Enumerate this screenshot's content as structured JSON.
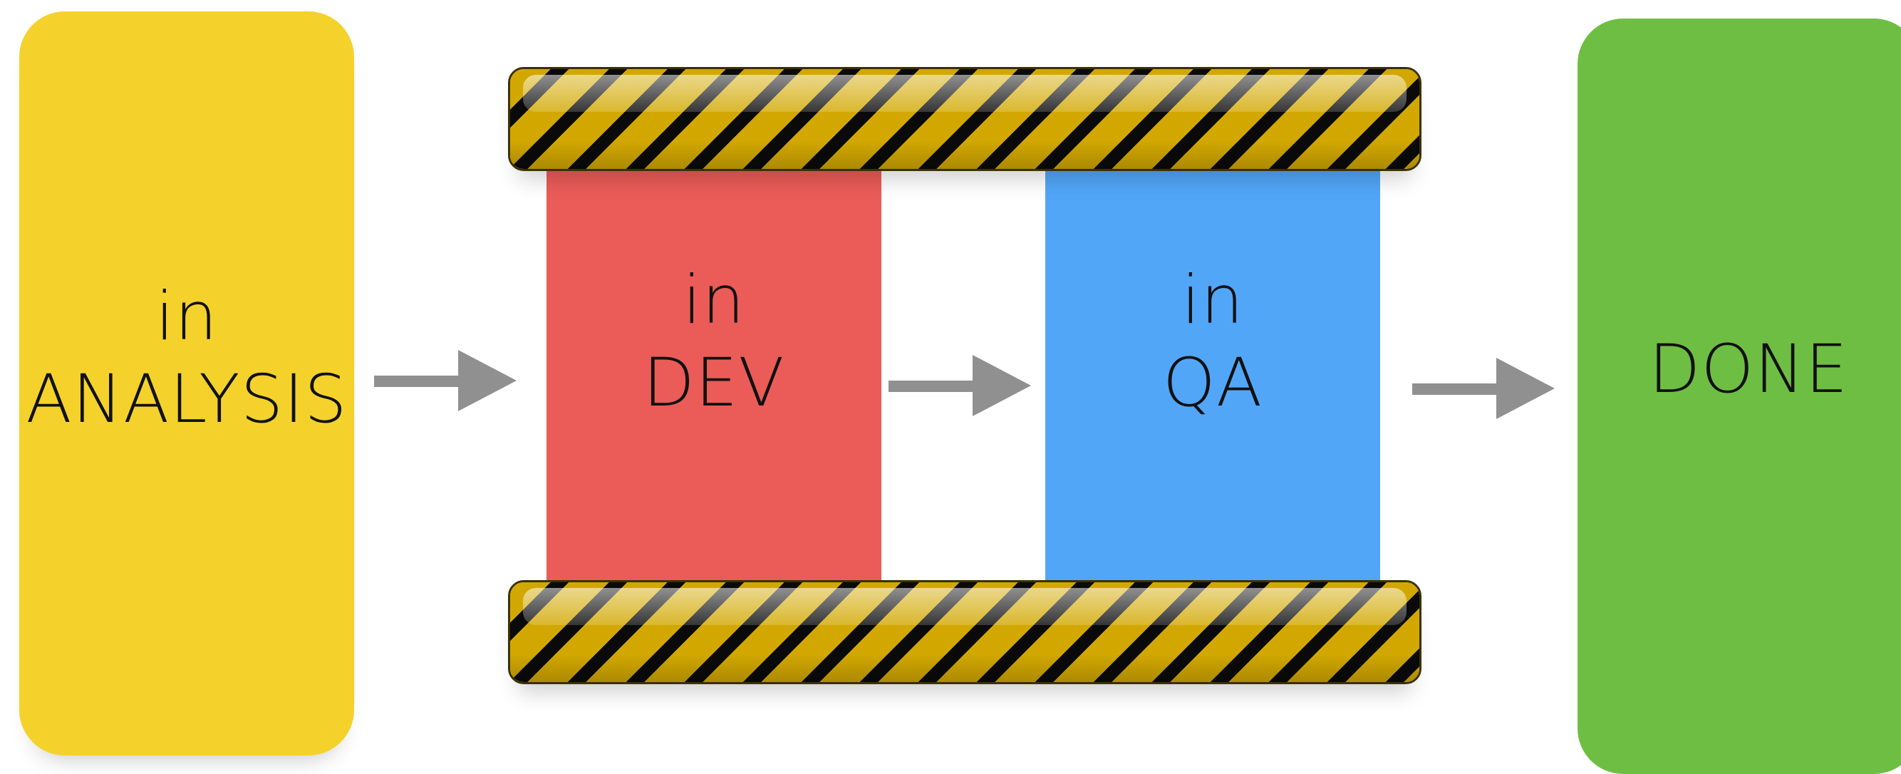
{
  "colors": {
    "analysis": "#f4d22b",
    "dev": "#eb5c58",
    "qa": "#52a6f8",
    "done": "#6fbe44",
    "arrow": "#909090",
    "hazard_yellow": "#d2a800",
    "hazard_black": "#0a0a0a"
  },
  "stages": [
    {
      "id": "analysis",
      "line1": "in",
      "line2": "ANALYSIS"
    },
    {
      "id": "dev",
      "line1": "in",
      "line2": "DEV"
    },
    {
      "id": "qa",
      "line1": "in",
      "line2": "QA"
    },
    {
      "id": "done",
      "line1": "",
      "line2": "DONE"
    }
  ],
  "arrows": [
    {
      "from": "analysis",
      "to": "dev",
      "icon": "right-arrow-icon"
    },
    {
      "from": "dev",
      "to": "qa",
      "icon": "right-arrow-icon"
    },
    {
      "from": "qa",
      "to": "done",
      "icon": "right-arrow-icon"
    }
  ],
  "hazard_bars": [
    {
      "position": "top",
      "icon": "hazard-stripe-bar"
    },
    {
      "position": "bottom",
      "icon": "hazard-stripe-bar"
    }
  ]
}
